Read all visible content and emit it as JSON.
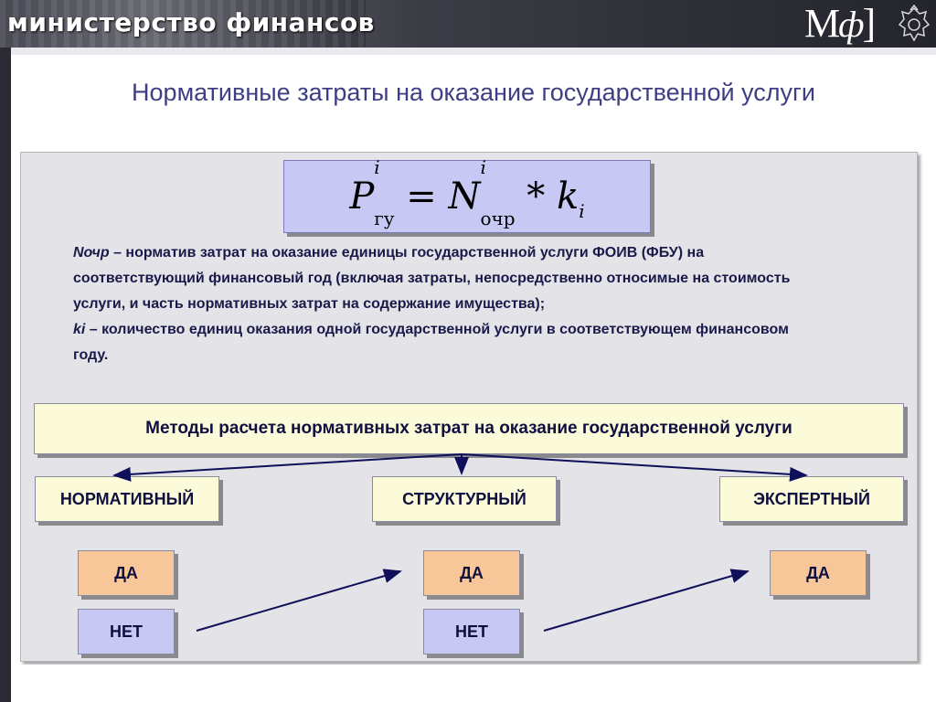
{
  "header": {
    "ministry": "министерство финансов",
    "logo_m": "М",
    "logo_phi": "ф"
  },
  "title": "Нормативные затраты на оказание государственной услуги",
  "formula": {
    "p": "P",
    "p_sup": "i",
    "p_sub": "гу",
    "eq": "=",
    "n": "N",
    "n_sup": "i",
    "n_sub": "очр",
    "mul": "*",
    "k": "k",
    "k_sub": "i"
  },
  "description": {
    "term1": "Nочр",
    "text1": " – норматив затрат на оказание единицы государственной услуги ФОИВ (ФБУ) на соответствующий финансовый год (включая затраты, непосредственно относимые на стоимость услуги, и часть нормативных затрат на содержание имущества);",
    "term2": "ki",
    "text2": " – количество единиц оказания одной государственной услуги в соответствующем финансовом году."
  },
  "methods": {
    "title": "Методы расчета нормативных затрат на оказание  государственной услуги",
    "normative": "НОРМАТИВНЫЙ",
    "structural": "СТРУКТУРНЫЙ",
    "expert": "ЭКСПЕРТНЫЙ"
  },
  "answers": {
    "yes": "ДА",
    "no": "НЕТ"
  },
  "colors": {
    "title": "#3e3e84",
    "formula_bg": "#c8c8f5",
    "methods_bg": "#fcfbd9",
    "yes_bg": "#f8c799",
    "no_bg": "#c8c8f5",
    "arrow": "#10105a"
  }
}
